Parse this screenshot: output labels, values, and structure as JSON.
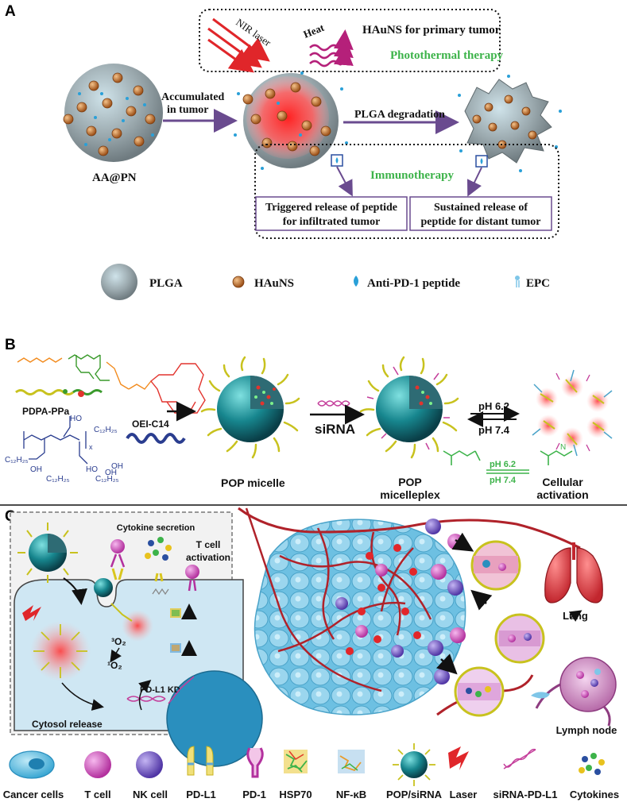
{
  "colors": {
    "plga": "#9aa8ad",
    "hauns": "#b86a2c",
    "peptide": "#2aa0d8",
    "epc": "#7fc6e8",
    "green_label": "#3db34a",
    "magenta_label": "#b5207a",
    "arrow_purple": "#6a4b8f",
    "nir_red": "#e0262a",
    "cell_blue": "#57b8de",
    "vessel_red": "#b0222a"
  },
  "panel_a": {
    "letter": "A",
    "nir_label": "NIR laser",
    "heat_label": "Heat",
    "hauns_primary": "HAuNS for primary tumor",
    "photothermal": "Photothermal therapy",
    "accumulated_line1": "Accumulated",
    "accumulated_line2": "in tumor",
    "plga_degradation": "PLGA degradation",
    "particle_label": "AA@PN",
    "immunotherapy": "Immunotherapy",
    "triggered_line1": "Triggered release of peptide",
    "triggered_line2": "for infiltrated tumor",
    "sustained_line1": "Sustained release of",
    "sustained_line2": "peptide for distant tumor",
    "legend": [
      {
        "icon": "plga-sphere",
        "label": "PLGA"
      },
      {
        "icon": "hauns-dot",
        "label": "HAuNS"
      },
      {
        "icon": "peptide-drop",
        "label": "Anti-PD-1 peptide"
      },
      {
        "icon": "epc-lipid",
        "label": "EPC"
      }
    ]
  },
  "panel_b": {
    "letter": "B",
    "pdpa_label": "PDPA-PPa",
    "oei_label": "OEI-C14",
    "c12a": "C₁₂H₂₅",
    "c12b": "C₁₂H₂₅",
    "c12c": "C₁₂H₂₅",
    "c12d": "C₁₂H₂₅",
    "ho1": "HO",
    "ho2": "HO",
    "oh1": "OH",
    "oh2": "OH",
    "oh3": "OH",
    "x_sub": "x",
    "pop_micelle": "POP micelle",
    "sirna": "siRNA",
    "micelleplex_line1": "POP",
    "micelleplex_line2": "micelleplex",
    "ph_top": "pH 6.2",
    "ph_bottom": "pH 7.4",
    "ph_top_green": "pH 6.2",
    "ph_bottom_green": "pH 7.4",
    "cellular_line1": "Cellular",
    "cellular_line2": "activation"
  },
  "panel_c": {
    "letter": "C",
    "cytokine_secretion": "Cytokine secretion",
    "tcell_act_line1": "T cell",
    "tcell_act_line2": "activation",
    "o2_triplet": "³O₂",
    "o2_singlet": "¹O₂",
    "pdl1_kd": "PD-L1 KD",
    "cytosol_release": "Cytosol release",
    "lung": "Lung",
    "lymph_node": "Lymph node",
    "legend": [
      {
        "icon": "cancer-cell",
        "label": "Cancer cells"
      },
      {
        "icon": "t-cell",
        "label": "T cell"
      },
      {
        "icon": "nk-cell",
        "label": "NK cell"
      },
      {
        "icon": "pd-l1",
        "label": "PD-L1"
      },
      {
        "icon": "pd-1",
        "label": "PD-1"
      },
      {
        "icon": "hsp70",
        "label": "HSP70"
      },
      {
        "icon": "nf-kb",
        "label": "NF-κB"
      },
      {
        "icon": "pop-sirna",
        "label": "POP/siRNA"
      },
      {
        "icon": "laser",
        "label": "Laser"
      },
      {
        "icon": "sirna-pd-l1",
        "label": "siRNA-PD-L1"
      },
      {
        "icon": "cytokines",
        "label": "Cytokines"
      }
    ]
  }
}
